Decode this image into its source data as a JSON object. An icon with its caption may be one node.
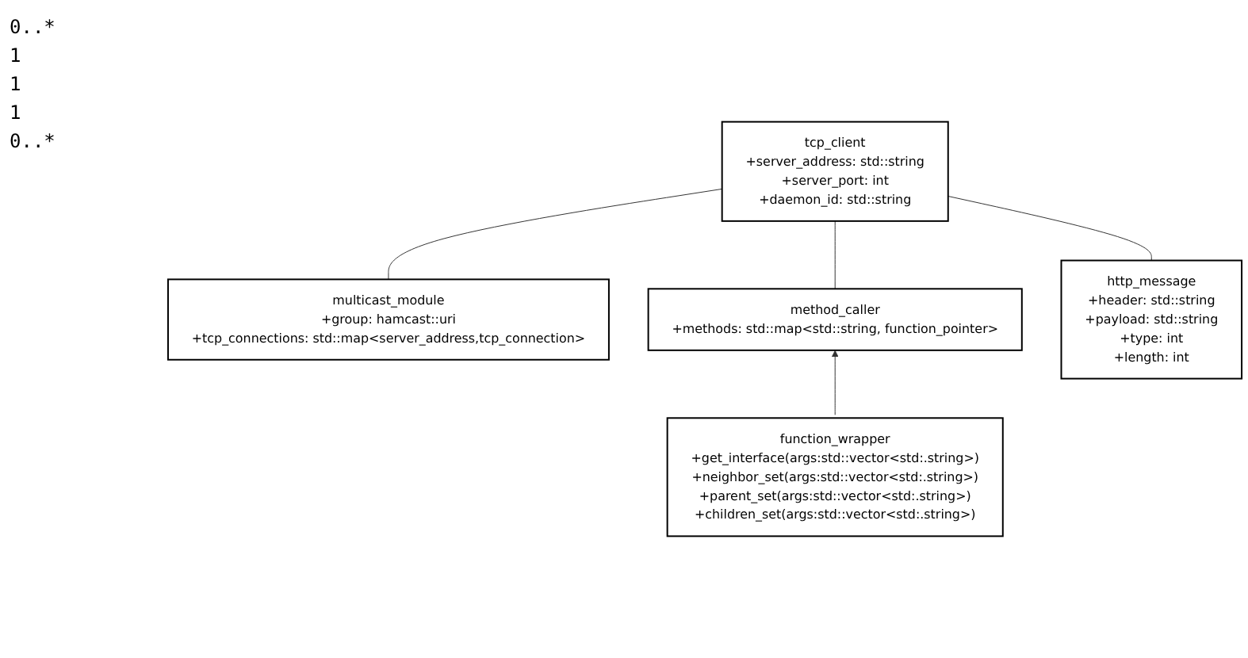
{
  "diagram": {
    "nodes": [
      {
        "text": [
          "tcp_client",
          "+server_address: std::string",
          "+server_port: int",
          "+daemon_id: std::string"
        ]
      },
      {
        "text": [
          "multicast_module",
          "+group: hamcast::uri",
          "+tcp_connections: std::map<server_address,tcp_connection>"
        ]
      },
      {
        "text": [
          "method_caller",
          "+methods: std::map<std::string, function_pointer>"
        ]
      },
      {
        "text": [
          "http_message",
          "+header: std::string",
          "+payload: std::string",
          "+type: int",
          "+length: int"
        ]
      },
      {
        "text": [
          "function_wrapper",
          "+get_interface(args:std::vector<std:.string>)",
          "+neighbor_set(args:std::vector<std:.string>)",
          "+parent_set(args:std::vector<std:.string>)",
          "+children_set(args:std::vector<std:.string>)"
        ]
      }
    ],
    "edges": [
      {
        "from": 0,
        "to": 1,
        "arrow": "none"
      },
      {
        "from": 0,
        "to": 2,
        "arrow": "none"
      },
      {
        "from": 0,
        "to": 3,
        "arrow": "none"
      },
      {
        "from": 4,
        "to": 2,
        "arrow": "to"
      }
    ],
    "labels": [
      "0..*",
      "1",
      "1",
      "1",
      "0..*"
    ]
  }
}
